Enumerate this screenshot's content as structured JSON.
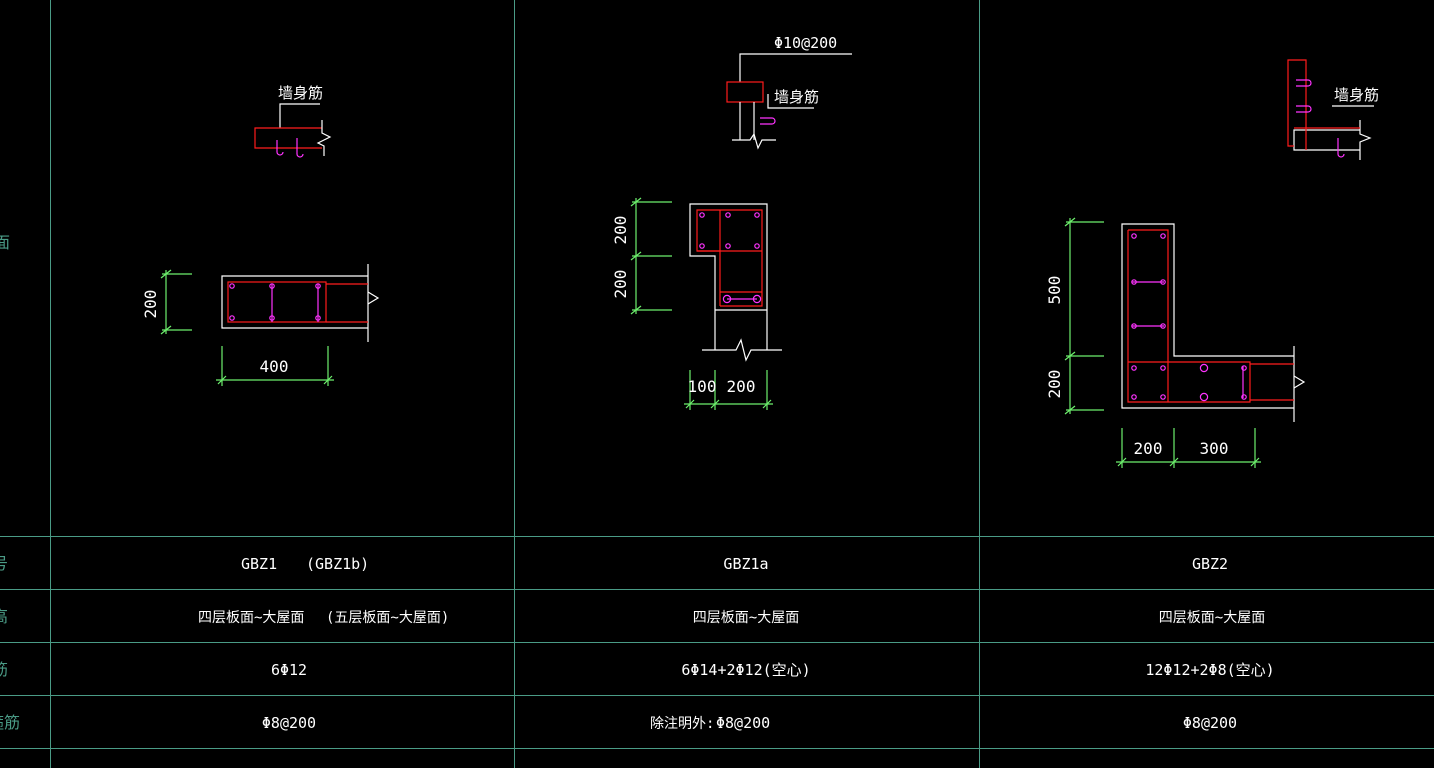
{
  "colors": {
    "background": "#000000",
    "grid": "#4a9b86",
    "dim": "#6df06d",
    "outline": "#ffffff",
    "rebar": "#ff1c1c",
    "tie": "#ff33ff",
    "text": "#ffffff"
  },
  "row_labels": {
    "r1": "面",
    "r2": "号",
    "r3": "高",
    "r4": "筋",
    "r5": "箍筋"
  },
  "columns": [
    {
      "id": "gbz1",
      "detail_label": "墙身筋",
      "dims": [
        "200",
        "400"
      ],
      "name": "GBZ1",
      "name_alt": "(GBZ1b)",
      "elevation": "四层板面~大屋面",
      "elevation_alt": "(五层板面~大屋面)",
      "longitudinal": "6Φ12",
      "stirrup": "Φ8@200",
      "stirrup_prefix": ""
    },
    {
      "id": "gbz1a",
      "detail_label": "墙身筋",
      "detail_note": "Φ10@200",
      "dims": [
        "200",
        "200",
        "100",
        "200"
      ],
      "name": "GBZ1a",
      "elevation": "四层板面~大屋面",
      "longitudinal": "6Φ14+2Φ12(空心)",
      "stirrup": "Φ8@200",
      "stirrup_prefix": "除注明外:"
    },
    {
      "id": "gbz2",
      "detail_label": "墙身筋",
      "dims": [
        "500",
        "200",
        "200",
        "300"
      ],
      "name": "GBZ2",
      "elevation": "四层板面~大屋面",
      "longitudinal": "12Φ12+2Φ8(空心)",
      "stirrup": "Φ8@200",
      "stirrup_prefix": ""
    }
  ]
}
